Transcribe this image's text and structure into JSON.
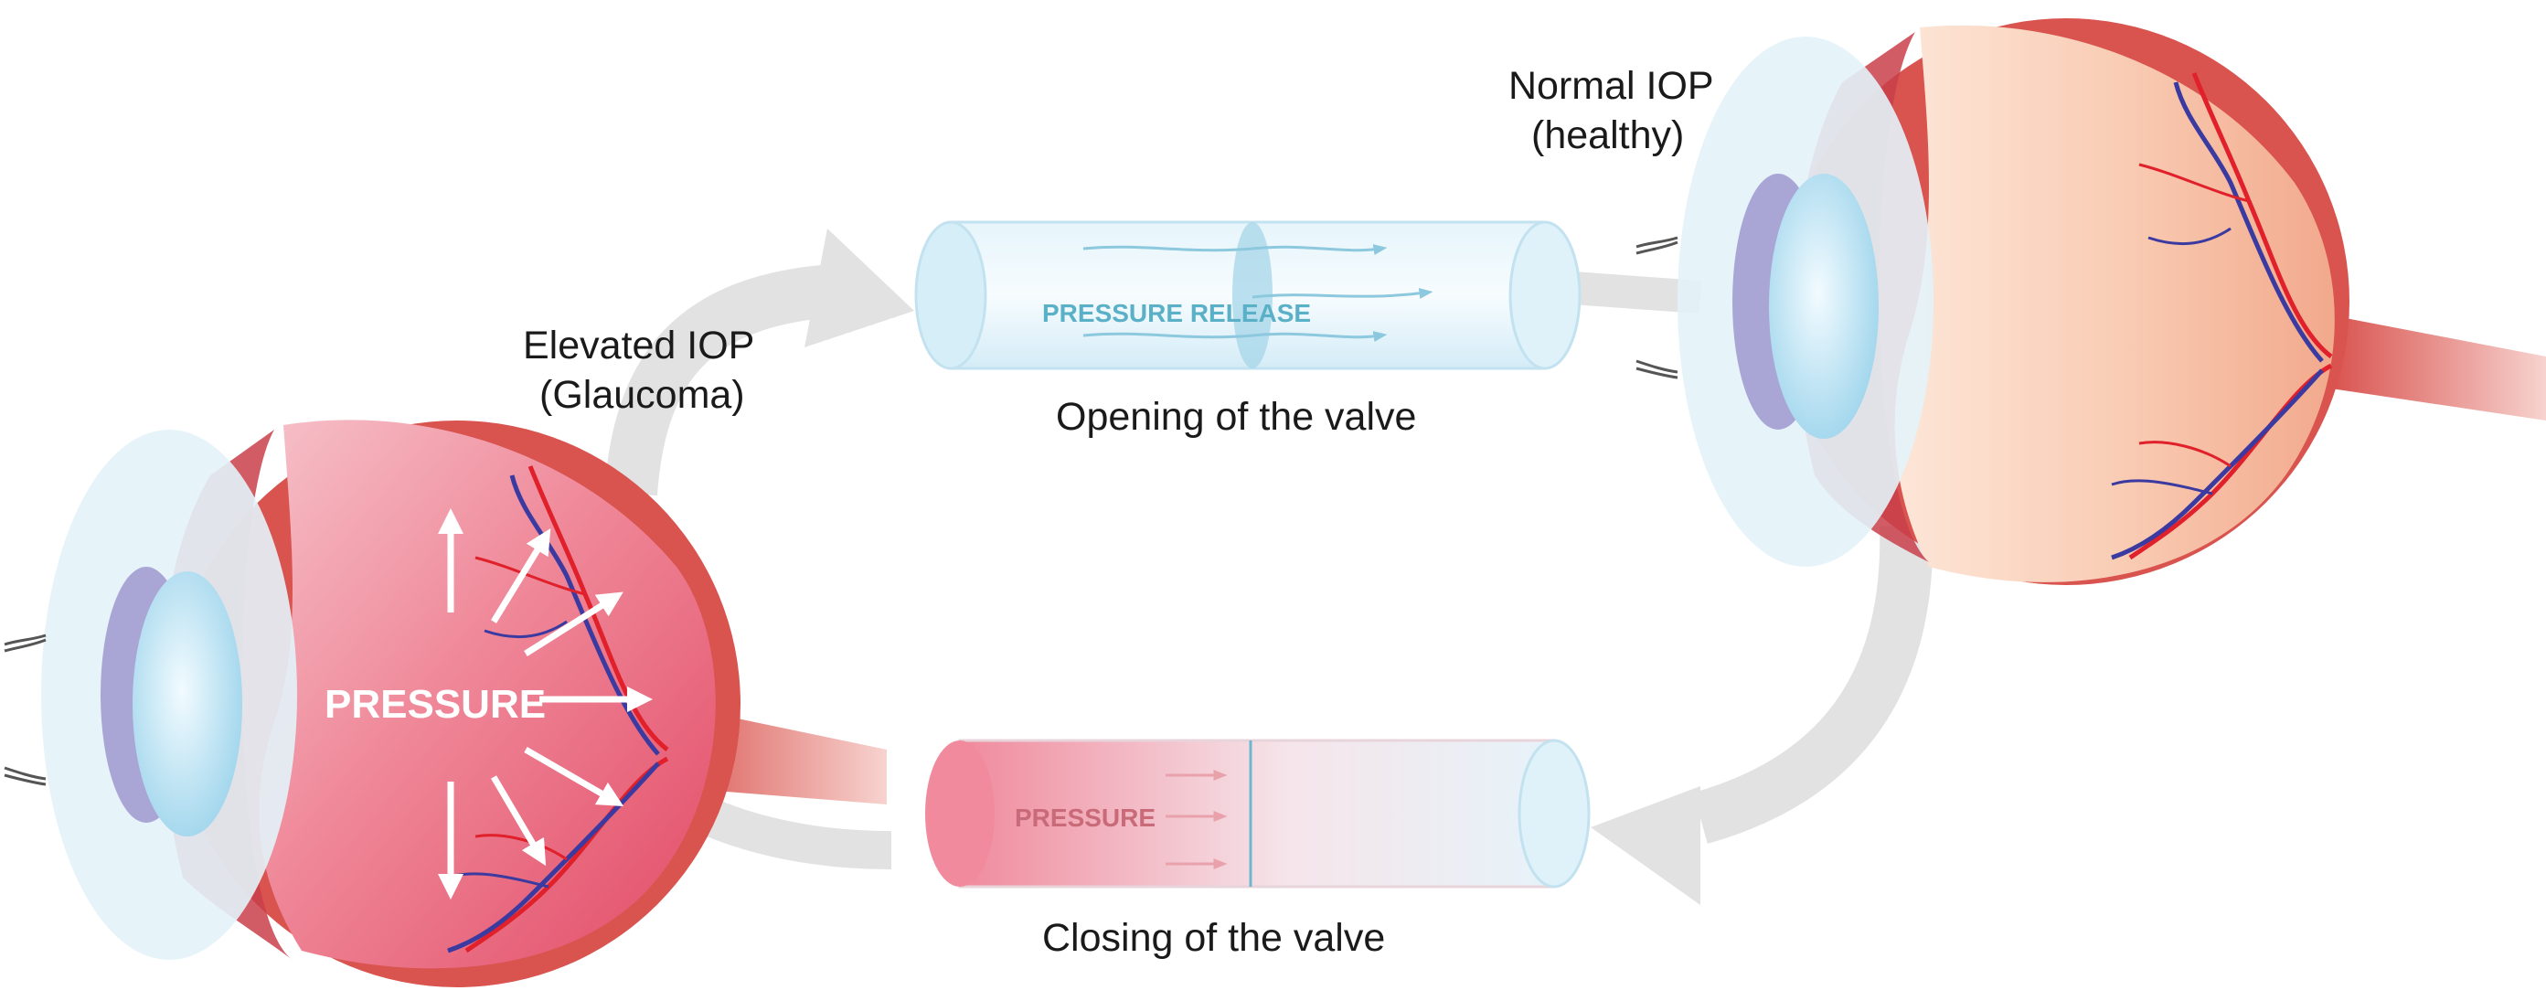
{
  "labels": {
    "elevated_line1": "Elevated IOP",
    "elevated_line2": "(Glaucoma)",
    "normal_line1": "Normal IOP",
    "normal_line2": "(healthy)",
    "pressure_eye": "PRESSURE",
    "pressure_release": "PRESSURE RELEASE",
    "opening_caption": "Opening of the valve",
    "pressure_tube": "PRESSURE",
    "closing_caption": "Closing of the valve"
  },
  "colors": {
    "cycle_arrow": "#e2e2e2",
    "sclera_red": "#d9534f",
    "glaucoma_fundus": "#ef7f91",
    "healthy_fundus": "#f7c6aa",
    "lens": "#bfe6f5",
    "tube_blue": "#d6eef8",
    "tube_pink": "#f08a9c",
    "vessel_red": "#e0202a",
    "vessel_blue": "#3a3aa0"
  },
  "icons": [
    "pressure-arrow-icon",
    "flow-arrow-icon",
    "cycle-arrow-icon",
    "eyelash-icon"
  ]
}
